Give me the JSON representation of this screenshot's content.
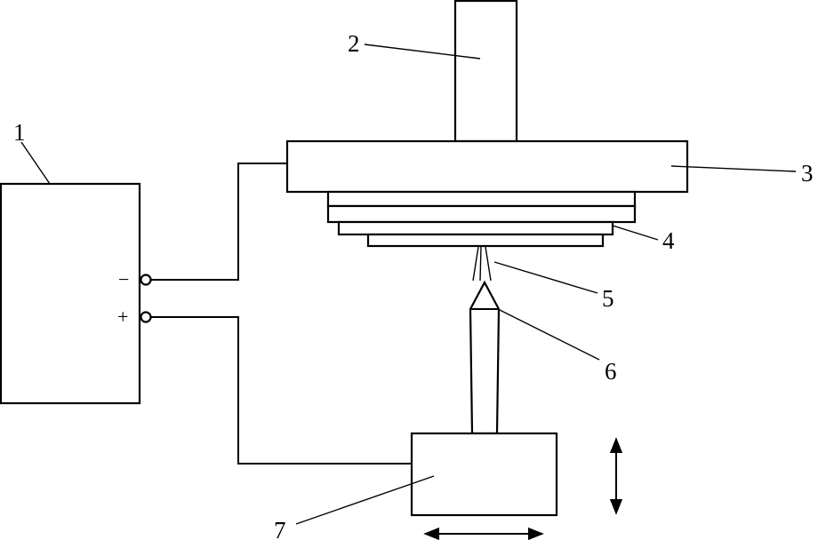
{
  "labels": {
    "power_supply": "1",
    "spindle": "2",
    "tool_head": "3",
    "electrode_stack": "4",
    "discharge_spark": "5",
    "workpiece_tip": "6",
    "worktable": "7"
  },
  "terminals": {
    "negative": "−",
    "positive": "+"
  }
}
